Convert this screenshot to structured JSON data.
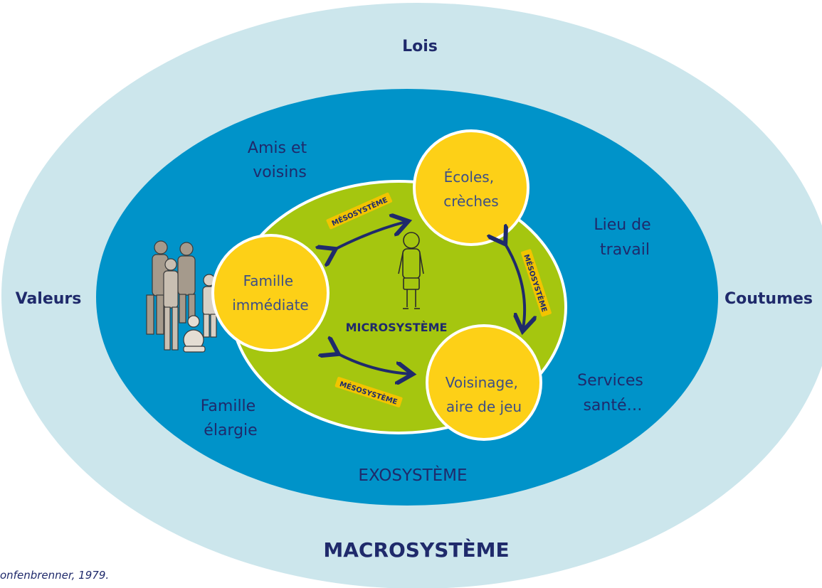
{
  "colors": {
    "macro": "#cce6ec",
    "exo": "#0093c9",
    "micro": "#a5c60f",
    "circle": "#fdd017",
    "text": "#1f2a6b",
    "arrow": "#1f2a6b"
  },
  "macro": {
    "title": "MACROSYSTÈME",
    "top": "Lois",
    "left": "Valeurs",
    "right": "Coutumes"
  },
  "exo": {
    "title": "EXOSYSTÈME",
    "friends": [
      "Amis et",
      "voisins"
    ],
    "work": [
      "Lieu de",
      "travail"
    ],
    "extended_family": [
      "Famille",
      "élargie"
    ],
    "services": [
      "Services",
      "santé…"
    ]
  },
  "micro": {
    "title": "MICROSYSTÈME",
    "family": [
      "Famille",
      "immédiate"
    ],
    "schools": [
      "Écoles,",
      "crèches"
    ],
    "neighborhood": [
      "Voisinage,",
      "aire de jeu"
    ]
  },
  "meso": {
    "label": "MÉSOSYSTÈME"
  },
  "caption": "onfenbrenner, 1979."
}
